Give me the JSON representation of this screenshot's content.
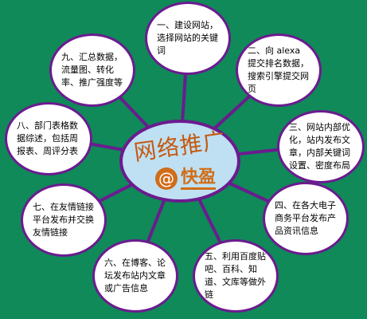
{
  "colors": {
    "background": "#0f8a58",
    "node_border": "#6b1b8f",
    "node_fill": "#ffffff",
    "center_fill": "#bfe0f2",
    "title_color": "#c55a12"
  },
  "center": {
    "title": "网络推广",
    "logo_symbol": "@",
    "logo_text": "快盈"
  },
  "nodes": [
    {
      "text": "一、建设网站，选择网站的关键词"
    },
    {
      "text": "二、向 alexa 提交排名数据，搜索引擎提交网页"
    },
    {
      "text": "三、网站内部优化，站内发布文章，内部关键词设置、密度布局"
    },
    {
      "text": "四、在各大电子商务平台发布产 品资讯信息"
    },
    {
      "text": "五、利用百度贴吧、百科、知道、文库等做外链"
    },
    {
      "text": "六、在博客、论坛发布站内文章或广告信息"
    },
    {
      "text": "七、在友情链接平台发布并交换友情链接"
    },
    {
      "text": "八、部门表格数据综述，包括周报表、周评分表"
    },
    {
      "text": "九、汇总数据，流量图、转化率、推广强度等"
    }
  ]
}
